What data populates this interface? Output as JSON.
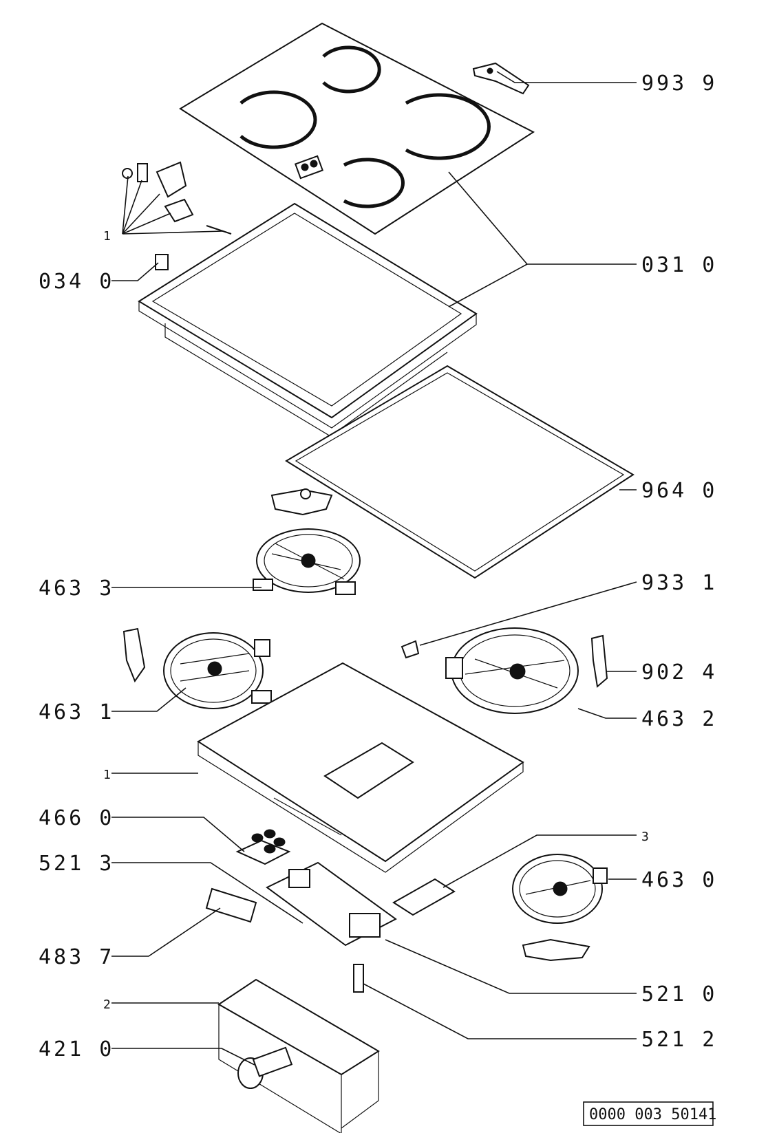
{
  "callouts": {
    "c9939": "993 9",
    "c0310": "031 0",
    "c0340": "034 0",
    "c1top": "1",
    "c9640": "964 0",
    "c4633": "463 3",
    "c9331": "933 1",
    "c9024": "902 4",
    "c4631": "463 1",
    "c4632": "463 2",
    "c1mid": "1",
    "c4660": "466 0",
    "c3": "3",
    "c5213": "521 3",
    "c4630": "463 0",
    "c4837": "483 7",
    "c5210": "521 0",
    "c2": "2",
    "c5212": "521 2",
    "c4210": "421 0"
  },
  "reference_code": "0000 003 50141"
}
